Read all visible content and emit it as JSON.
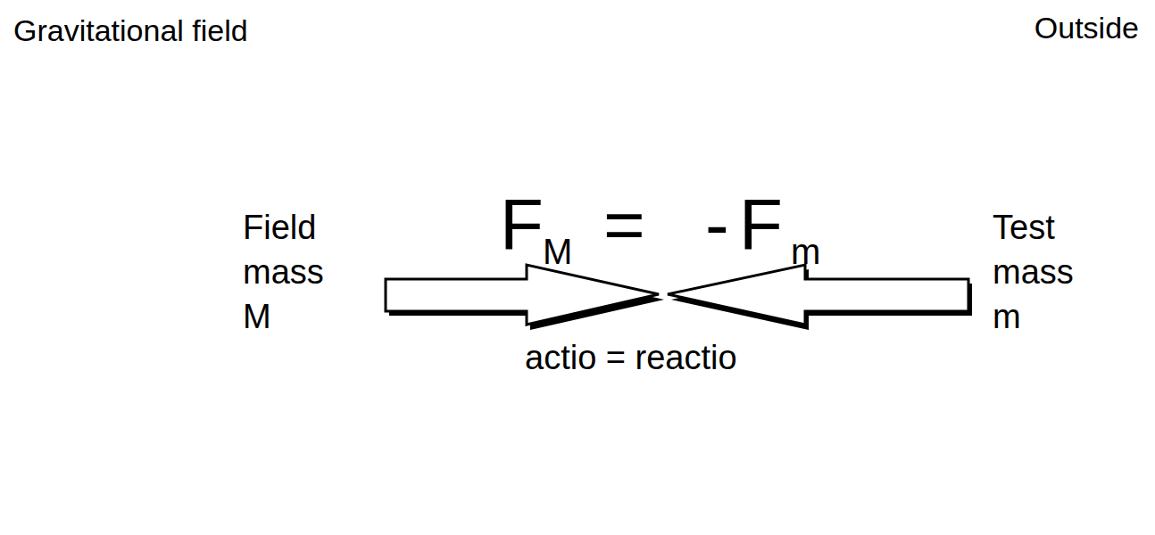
{
  "diagram": {
    "nodes": [
      {
        "text": [
          "Gravitational field"
        ]
      },
      {
        "text": [
          "Field mass M"
        ],
        "in": 0
      },
      {
        "text": [
          "Test mass m"
        ]
      }
    ],
    "labels": [
      "Outside",
      "F",
      "M",
      "=",
      "-",
      "F",
      "m",
      "actio = reactio"
    ]
  }
}
